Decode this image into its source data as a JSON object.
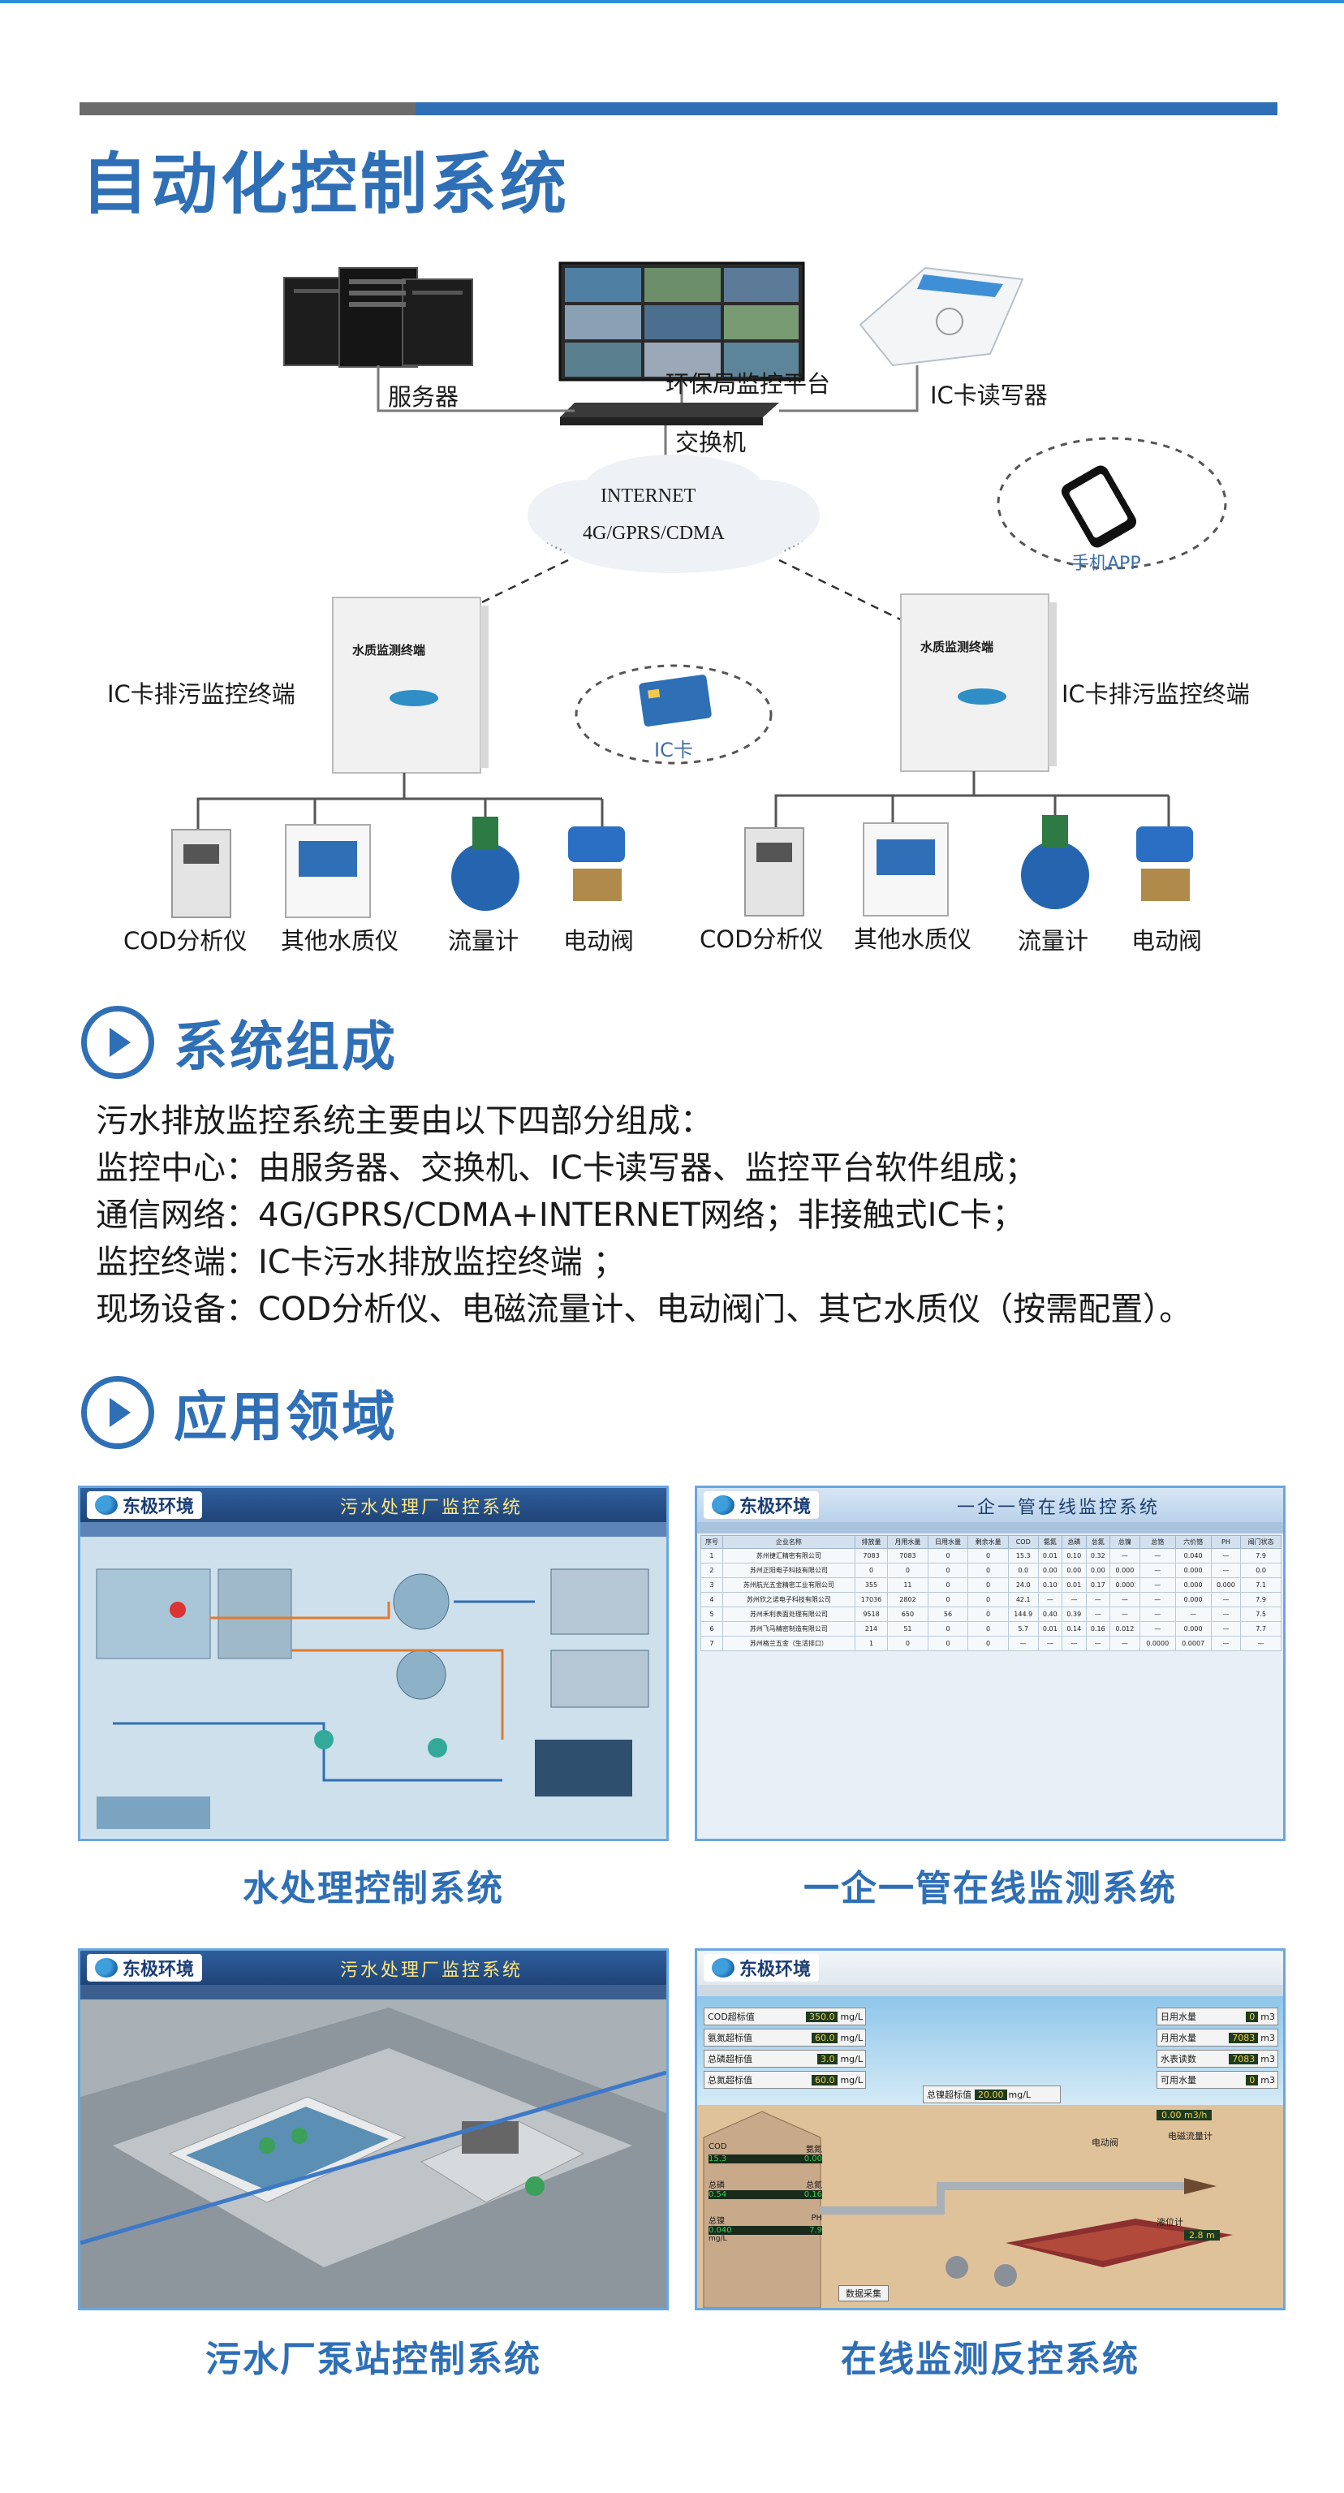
{
  "header": {
    "title": "自动化控制系统"
  },
  "diagram": {
    "server_label": "服务器",
    "platform_label": "环保局监控平台",
    "card_reader_label": "IC卡读写器",
    "switch_label": "交换机",
    "cloud_line1": "INTERNET",
    "cloud_line2": "4G/GPRS/CDMA",
    "phone_app_label": "手机APP",
    "ic_card_label": "IC卡",
    "terminal_left_label": "IC卡排污监控终端",
    "terminal_right_label": "IC卡排污监控终端",
    "cabinet_text": "水质监测终端",
    "devices_left": [
      "COD分析仪",
      "其他水质仪",
      "流量计",
      "电动阀"
    ],
    "devices_right": [
      "COD分析仪",
      "其他水质仪",
      "流量计",
      "电动阀"
    ]
  },
  "composition": {
    "heading": "系统组成",
    "lines": [
      "污水排放监控系统主要由以下四部分组成：",
      "监控中心：由服务器、交换机、IC卡读写器、监控平台软件组成；",
      "通信网络：4G/GPRS/CDMA+INTERNET网络；非接触式IC卡；",
      "监控终端：IC卡污水排放监控终端 ；",
      "现场设备：COD分析仪、电磁流量计、电动阀门、其它水质仪（按需配置）。"
    ]
  },
  "applications": {
    "heading": "应用领域",
    "logo_text": "东极环境",
    "shots": [
      {
        "caption": "水处理控制系统",
        "title": "污水处理厂监控系统"
      },
      {
        "caption": "一企一管在线监测系统",
        "title": "一企一管在线监控系统"
      },
      {
        "caption": "污水厂泵站控制系统",
        "title": "污水处理厂监控系统"
      },
      {
        "caption": "在线监测反控系统",
        "title": ""
      }
    ],
    "monitor_fields": [
      {
        "label": "COD超标值",
        "value": "350.0",
        "unit": "mg/L"
      },
      {
        "label": "氨氮超标值",
        "value": "60.0",
        "unit": "mg/L"
      },
      {
        "label": "总磷超标值",
        "value": "3.0",
        "unit": "mg/L"
      },
      {
        "label": "总氮超标值",
        "value": "60.0",
        "unit": "mg/L"
      }
    ],
    "monitor_right": [
      {
        "label": "日用水量",
        "value": "0",
        "unit": "m3"
      },
      {
        "label": "月用水量",
        "value": "7083",
        "unit": "m3"
      },
      {
        "label": "水表读数",
        "value": "7083",
        "unit": "m3"
      },
      {
        "label": "可用水量",
        "value": "0",
        "unit": "m3"
      }
    ],
    "monitor_misc": {
      "total_nitrogen_label": "总镍超标值",
      "total_nitrogen_value": "20.00",
      "total_nitrogen_unit": "mg/L",
      "flow_value": "0.00",
      "flow_unit": "m3/h",
      "valve_label": "电动阀",
      "flowmeter_label": "电磁流量计",
      "level_label": "液位计",
      "level_value": "2.8",
      "level_unit": "m",
      "data_button": "数据采集",
      "cod": "COD",
      "cod_val": "15.3",
      "nh": "氨氮",
      "nh_val": "0.00",
      "tp": "总磷",
      "tp_val": "0.54",
      "tn": "总氮",
      "tn_val": "0.16",
      "ni": "总镍",
      "ni_val": "0.040",
      "ph": "PH",
      "ph_val": "7.9",
      "unit_mgl": "mg/L"
    },
    "table_headers": [
      "序号",
      "企业名称",
      "排放量",
      "月用水量",
      "日用水量",
      "剩余水量",
      "COD",
      "氨氮",
      "总磷",
      "总氮",
      "总镍",
      "总铬",
      "六价铬",
      "PH",
      "阀门状态"
    ],
    "table_rows": [
      [
        "1",
        "苏州捷汇精密有限公司",
        "7083",
        "7083",
        "0",
        "0",
        "15.3",
        "0.01",
        "0.10",
        "0.32",
        "—",
        "—",
        "0.040",
        "—",
        "7.9"
      ],
      [
        "2",
        "苏州正阳电子科技有限公司",
        "0",
        "0",
        "0",
        "0",
        "0.0",
        "0.00",
        "0.00",
        "0.00",
        "0.000",
        "—",
        "0.000",
        "—",
        "0.0"
      ],
      [
        "3",
        "苏州航光五金精密工业有限公司",
        "355",
        "11",
        "0",
        "0",
        "24.0",
        "0.10",
        "0.01",
        "0.17",
        "0.000",
        "—",
        "0.000",
        "0.000",
        "7.1"
      ],
      [
        "4",
        "苏州欣之诺电子科技有限公司",
        "17036",
        "2802",
        "0",
        "0",
        "42.1",
        "—",
        "—",
        "—",
        "—",
        "—",
        "0.000",
        "—",
        "7.9"
      ],
      [
        "5",
        "苏州禾利表面处理有限公司",
        "9518",
        "650",
        "56",
        "0",
        "144.9",
        "0.40",
        "0.39",
        "—",
        "—",
        "—",
        "—",
        "—",
        "7.5"
      ],
      [
        "6",
        "苏州飞马精密制造有限公司",
        "214",
        "51",
        "0",
        "0",
        "5.7",
        "0.01",
        "0.14",
        "0.16",
        "0.012",
        "—",
        "0.000",
        "—",
        "7.7"
      ],
      [
        "7",
        "苏州格兰五金（生活排口）",
        "1",
        "0",
        "0",
        "0",
        "—",
        "—",
        "—",
        "—",
        "—",
        "0.0000",
        "0.0007",
        "—",
        "—"
      ]
    ],
    "colors": {
      "accent": "#2f6fb6",
      "frame": "#6aa7e0"
    }
  }
}
